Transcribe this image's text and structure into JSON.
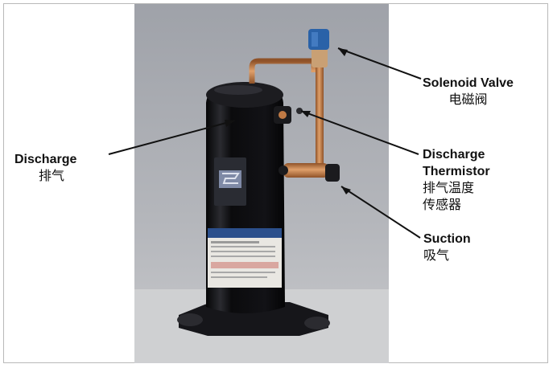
{
  "labels": {
    "discharge": {
      "en": "Discharge",
      "zh": "排气"
    },
    "solenoid_valve": {
      "en": "Solenoid Valve",
      "zh": "电磁阀"
    },
    "discharge_thermistor": {
      "en_line1": "Discharge",
      "en_line2": "Thermistor",
      "zh_line1": "排气温度",
      "zh_line2": "传感器"
    },
    "suction": {
      "en": "Suction",
      "zh": "吸气"
    }
  },
  "colors": {
    "photo_backdrop": "#a9acb2",
    "compressor_body": "#0c0c0e",
    "copper_pipe": "#c07a45",
    "valve_cap": "#2a62a8",
    "leader_line": "#111111",
    "frame_border": "#b9b9b9"
  }
}
